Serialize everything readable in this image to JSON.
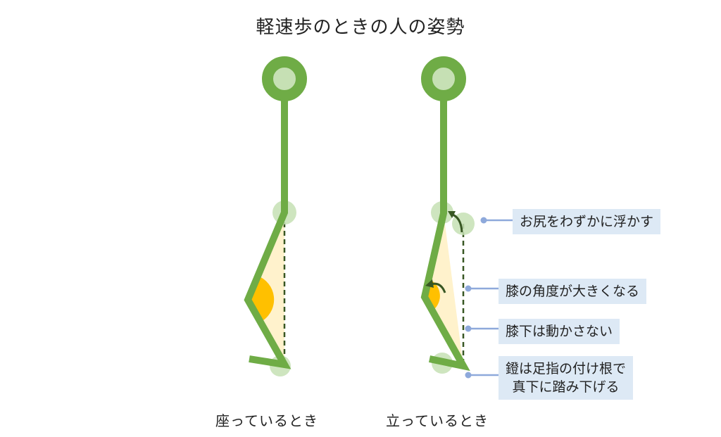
{
  "title": "軽速歩のときの人の姿勢",
  "captions": {
    "sitting": "座っているとき",
    "standing": "立っているとき"
  },
  "annotations": {
    "hips": "お尻をわずかに浮かす",
    "knee": "膝の角度が大きくなる",
    "shin": "膝下は動かさない",
    "toe_line1": "鐙は足指の付け根で",
    "toe_line2": "真下に踏み下げる"
  },
  "colors": {
    "body_green": "#6fac46",
    "joint_light": "#c6e0b4",
    "knee_angle": "#ffc000",
    "angle_fill": "#fff2cc",
    "dashed_line": "#385723",
    "leader_line": "#8ea9db",
    "annotation_bg": "#dde9f5"
  }
}
